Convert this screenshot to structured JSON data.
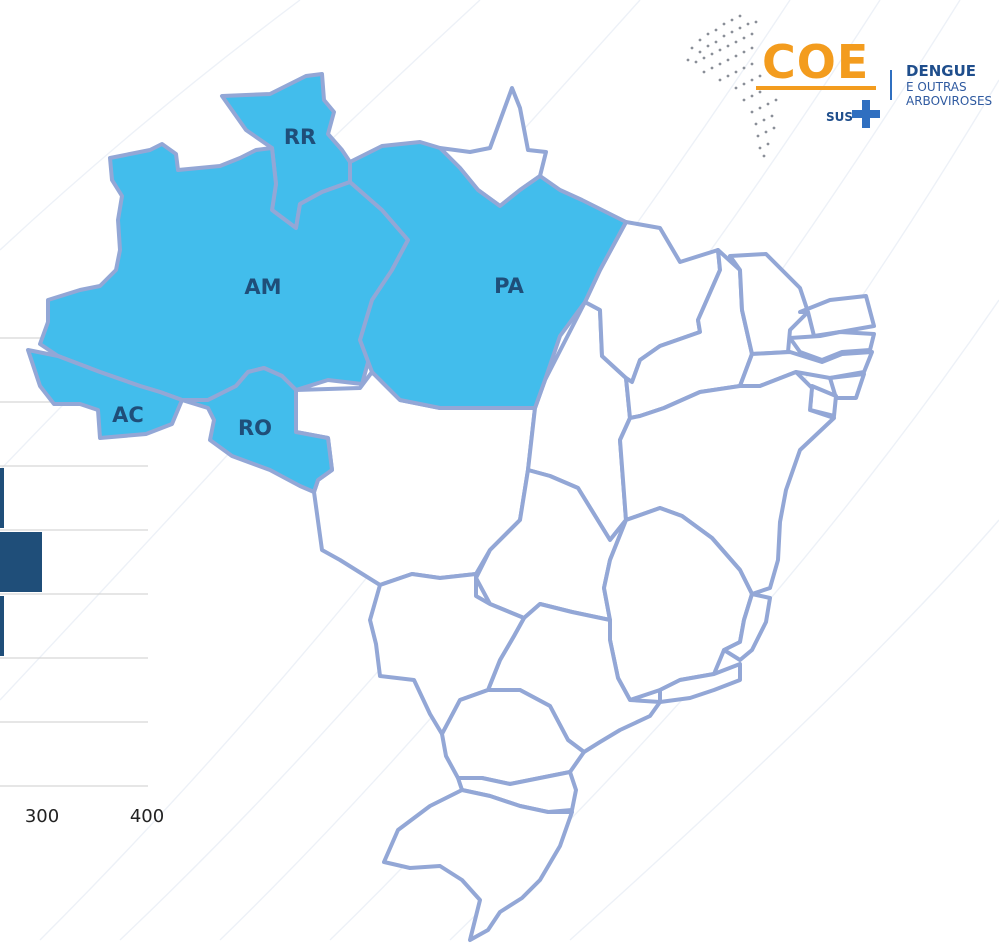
{
  "map": {
    "highlight_color": "#42bdec",
    "border_color": "#93a7d6",
    "label_color": "#1f4e79",
    "highlighted_states": [
      "RR",
      "AM",
      "PA",
      "AC",
      "RO"
    ]
  },
  "chart_fragment": {
    "type": "bar",
    "orientation": "horizontal",
    "bar_color": "#1f4e79",
    "tick_labels": [
      "300",
      "400"
    ]
  },
  "logo": {
    "brand": "COE",
    "brand_color": "#f39c1e",
    "sus": "SUS",
    "title": "DENGUE",
    "subtitle_line1": "E OUTRAS",
    "subtitle_line2": "ARBOVIROSES",
    "title_color": "#1f4e8c"
  }
}
